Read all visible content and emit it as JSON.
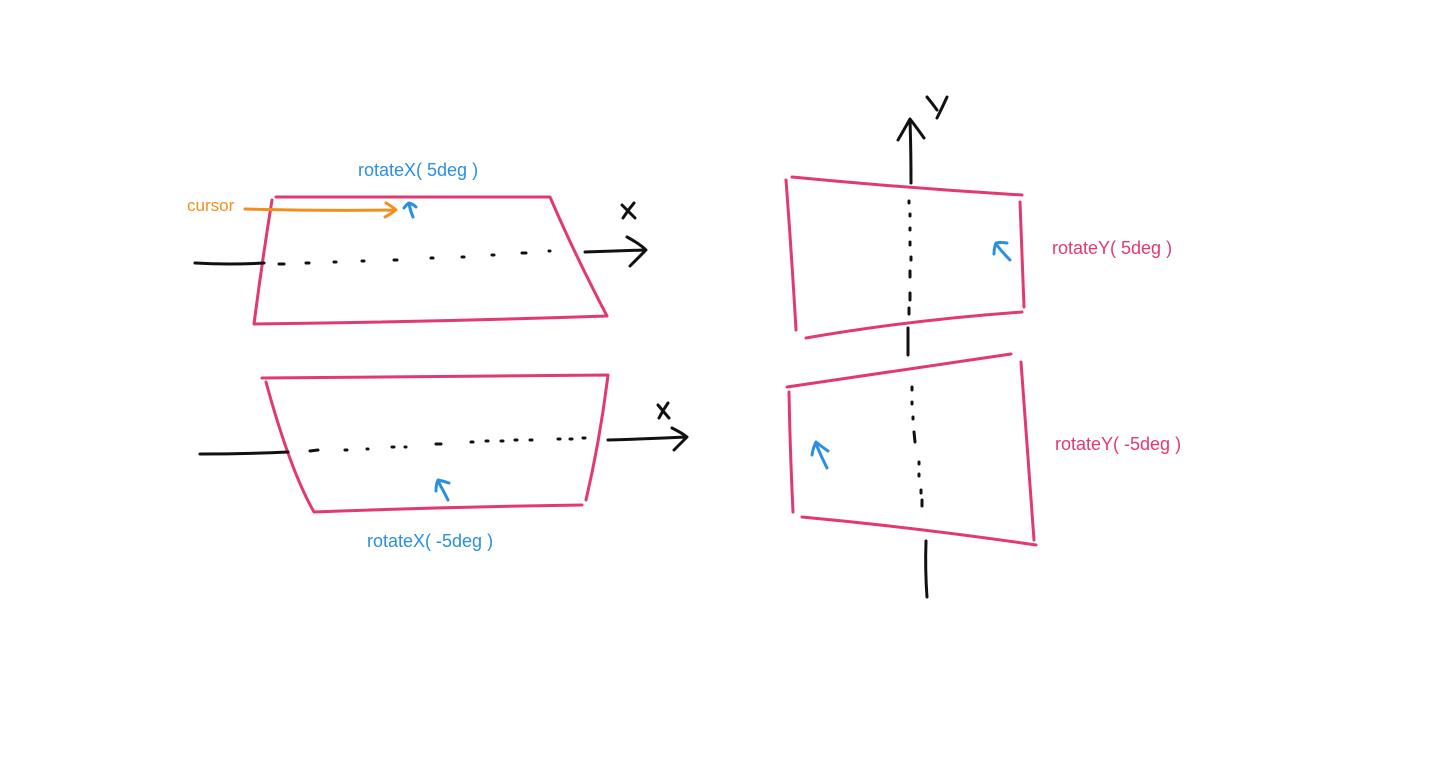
{
  "colors": {
    "panel": "#e23a6e",
    "axis": "#111111",
    "cursor": "#f2901e",
    "arrow": "#2a8fe0",
    "label_blue": "#2a8fe0",
    "label_pink": "#e23a6e"
  },
  "labels": {
    "rotate_x_pos": "rotateX( 5deg )",
    "rotate_x_neg": "rotateX( -5deg )",
    "rotate_y_pos": "rotateY( 5deg )",
    "rotate_y_neg": "rotateY( -5deg )",
    "cursor": "cursor"
  },
  "axes": {
    "x_top": "x",
    "x_bottom": "x",
    "y": "y"
  }
}
